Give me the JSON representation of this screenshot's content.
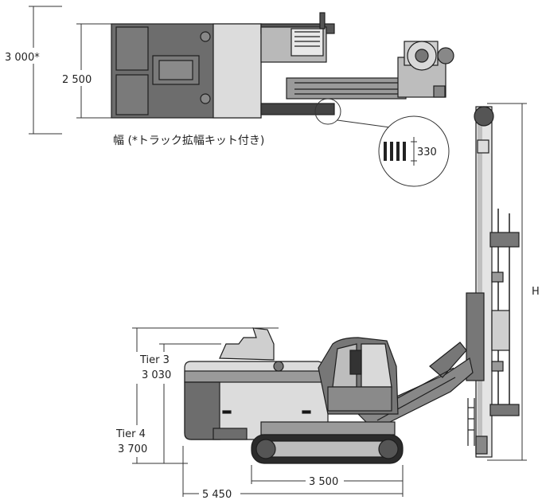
{
  "top_view": {
    "width_with_kit": "3 000*",
    "width_standard": "2 500",
    "caption": "幅 (*トラック拡幅キット付き)",
    "track_shoe": "330"
  },
  "side_view": {
    "height_label": "H",
    "tier3_label": "Tier 3",
    "tier3_value": "3 030",
    "tier4_label": "Tier 4",
    "tier4_value": "3 700",
    "overall_length": "5 450",
    "track_length": "3 500"
  },
  "colors": {
    "body_dark": "#6d6d6d",
    "body_mid": "#9a9a9a",
    "body_light": "#dcdcdc",
    "outline": "#1e1e1e",
    "dim_line": "#333333"
  }
}
